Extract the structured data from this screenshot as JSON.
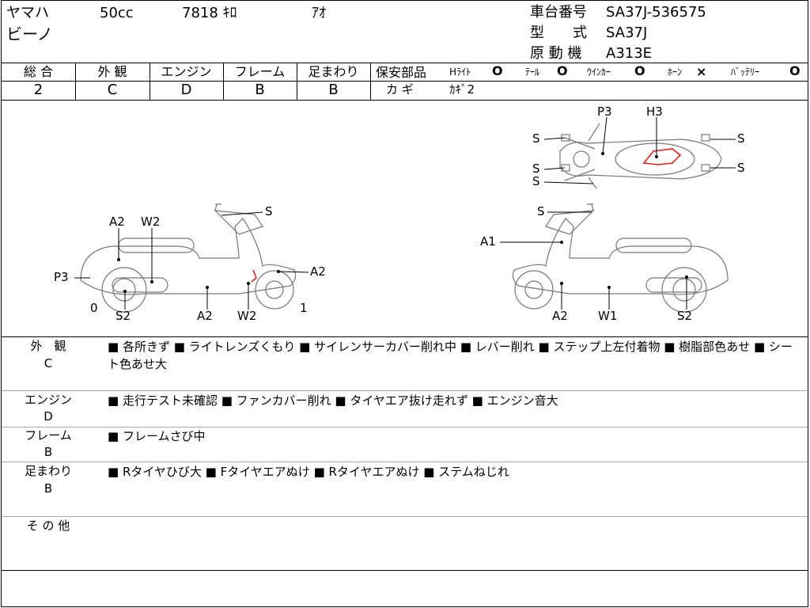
{
  "header": {
    "maker": "ヤマハ",
    "cc": "50cc",
    "mileage": "7818 ｷﾛ",
    "color": "ｱｵ",
    "model_name": "ビーノ",
    "frame_no_label": "車台番号",
    "frame_no": "SA37J-536575",
    "type_label": "型　　式",
    "type": "SA37J",
    "engine_label": "原 動 機",
    "engine": "A313E"
  },
  "grades": {
    "headers": [
      "総 合",
      "外 観",
      "エンジン",
      "フレーム",
      "足まわり"
    ],
    "values": [
      "2",
      "C",
      "D",
      "B",
      "B"
    ]
  },
  "parts": {
    "title": "保安部品",
    "items": [
      {
        "label": "Hﾗｲﾄ",
        "mark": "O"
      },
      {
        "label": "ﾃｰﾙ",
        "mark": "O"
      },
      {
        "label": "ｳｲﾝｶｰ",
        "mark": "O"
      },
      {
        "label": "ﾎｰﾝ",
        "mark": "×"
      },
      {
        "label": "ﾊﾞｯﾃﾘｰ",
        "mark": "O"
      }
    ],
    "key_label": "カ ギ",
    "key_value": "ｶｷﾞ2"
  },
  "diagram": {
    "top_labels": [
      "P3",
      "H3",
      "S",
      "S",
      "S",
      "S",
      "S"
    ],
    "left_labels": [
      "S",
      "A2",
      "W2",
      "P3",
      "A2",
      "0",
      "S2",
      "A2",
      "W2",
      "1"
    ],
    "right_labels": [
      "S",
      "A1",
      "A2",
      "W1",
      "S2"
    ]
  },
  "sections": [
    {
      "name": "外　観",
      "grade": "C",
      "text": "■ 各所きず ■ ライトレンズくもり ■ サイレンサーカバー削れ中 ■ レバー削れ ■ ステップ上左付着物 ■ 樹脂部色あせ ■ シート色あせ大"
    },
    {
      "name": "エンジン",
      "grade": "D",
      "text": "■ 走行テスト未確認 ■ ファンカバー削れ ■ タイヤエア抜け走れず ■ エンジン音大"
    },
    {
      "name": "フレーム",
      "grade": "B",
      "text": "■ フレームさび中"
    },
    {
      "name": "足まわり",
      "grade": "B",
      "text": "■ Rタイヤひび大 ■ Fタイヤエアぬけ ■ Rタイヤエアぬけ ■ ステムねじれ"
    },
    {
      "name": "そ の 他",
      "grade": "",
      "text": ""
    }
  ]
}
